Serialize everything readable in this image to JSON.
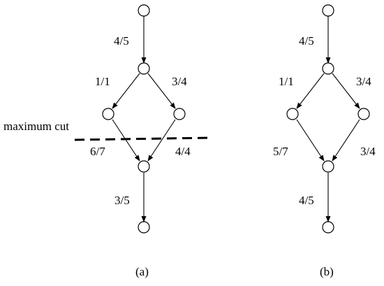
{
  "cut_label": "maximum cut",
  "diagrams": [
    {
      "caption": "(a)",
      "edges": [
        {
          "from": "s",
          "to": "a",
          "label": "4/5"
        },
        {
          "from": "a",
          "to": "l",
          "label": "1/1"
        },
        {
          "from": "a",
          "to": "r",
          "label": "3/4"
        },
        {
          "from": "l",
          "to": "b",
          "label": "6/7"
        },
        {
          "from": "r",
          "to": "b",
          "label": "4/4"
        },
        {
          "from": "b",
          "to": "t",
          "label": "3/5"
        }
      ]
    },
    {
      "caption": "(b)",
      "edges": [
        {
          "from": "s",
          "to": "a",
          "label": "4/5"
        },
        {
          "from": "a",
          "to": "l",
          "label": "1/1"
        },
        {
          "from": "a",
          "to": "r",
          "label": "3/4"
        },
        {
          "from": "l",
          "to": "b",
          "label": "5/7"
        },
        {
          "from": "r",
          "to": "b",
          "label": "3/4"
        },
        {
          "from": "b",
          "to": "t",
          "label": "4/5"
        }
      ]
    }
  ]
}
